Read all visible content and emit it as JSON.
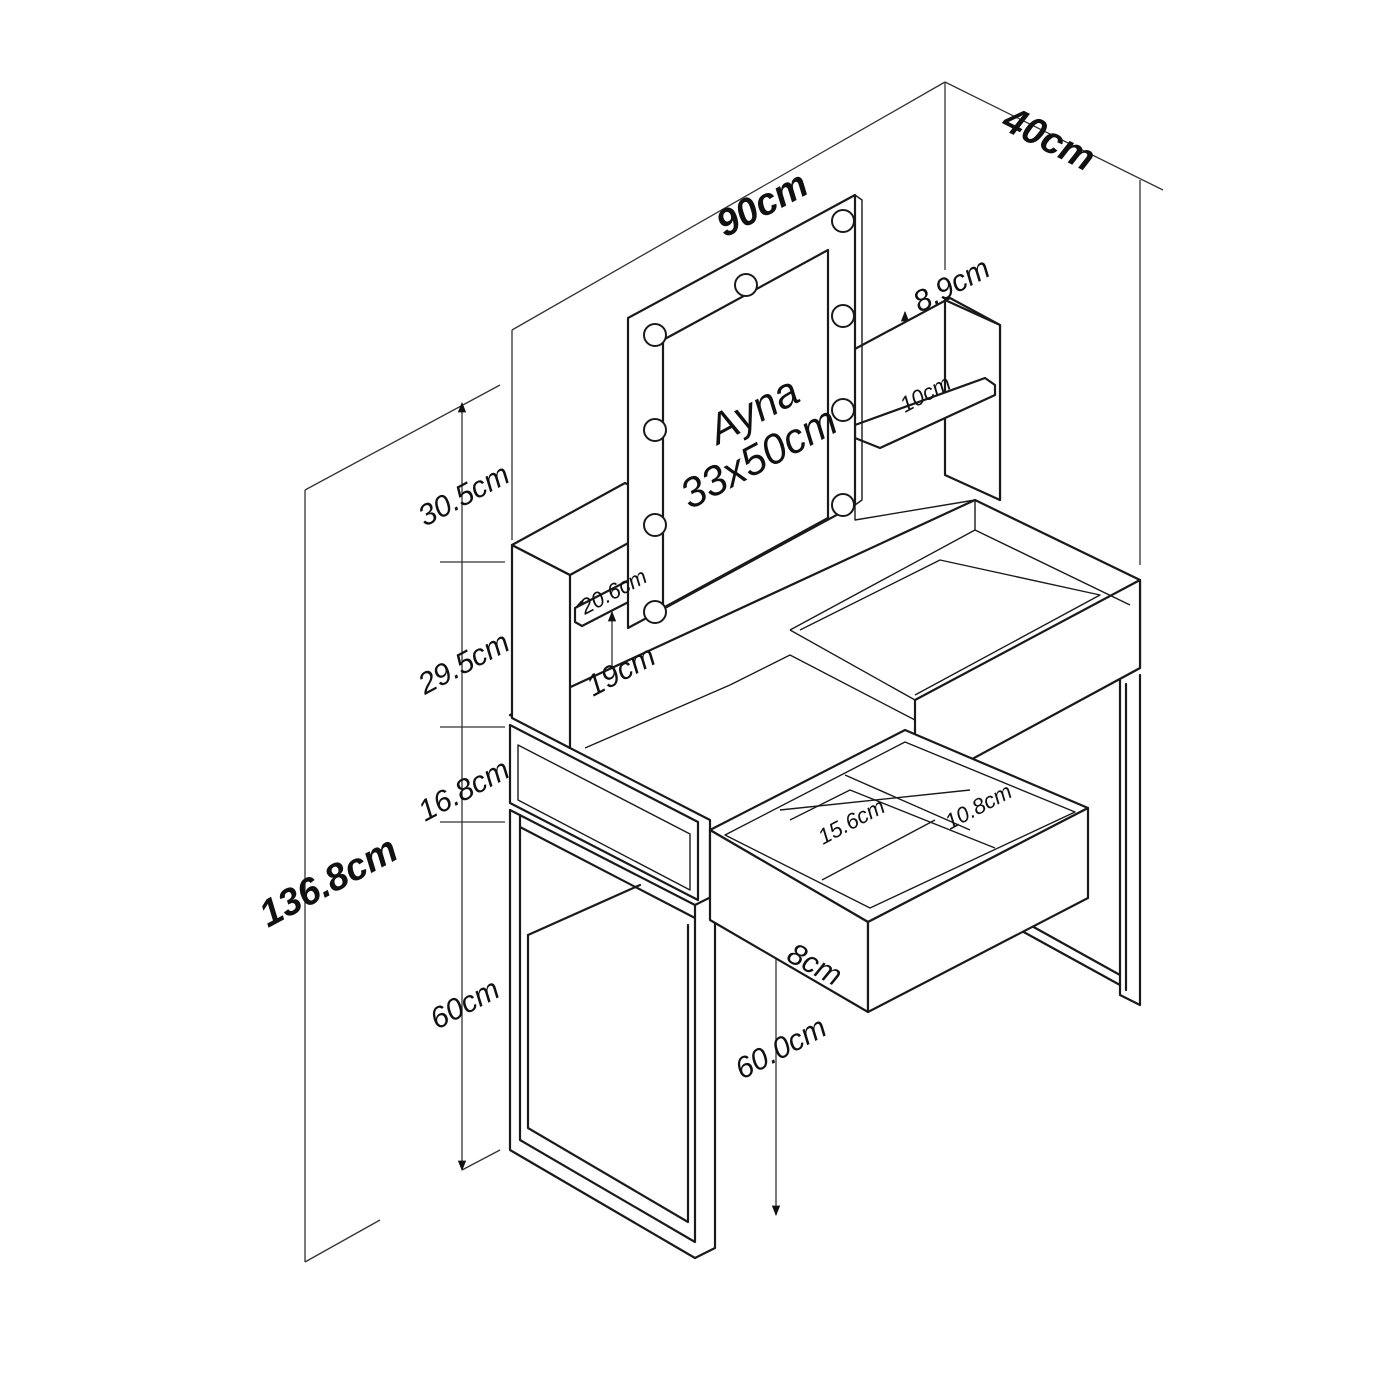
{
  "labels": {
    "total_width": "90cm",
    "depth": "40cm",
    "total_height": "136.8cm",
    "mirror_name": "Ayna",
    "mirror_size": "33x50cm",
    "h_top_section": "30.5cm",
    "h_shelf_section": "29.5cm",
    "h_drawer_section": "16.8cm",
    "h_legs": "60cm",
    "leg_height_front": "60.0cm",
    "right_shelf_gap": "8.9cm",
    "right_shelf_depth": "10cm",
    "left_shelf_width": "20.6cm",
    "left_shelf_gap": "19cm",
    "drawer_height": "8cm",
    "compartment_a": "15.6cm",
    "compartment_b": "10.8cm"
  },
  "colors": {
    "line": "#1a1a1a",
    "background": "#ffffff"
  }
}
